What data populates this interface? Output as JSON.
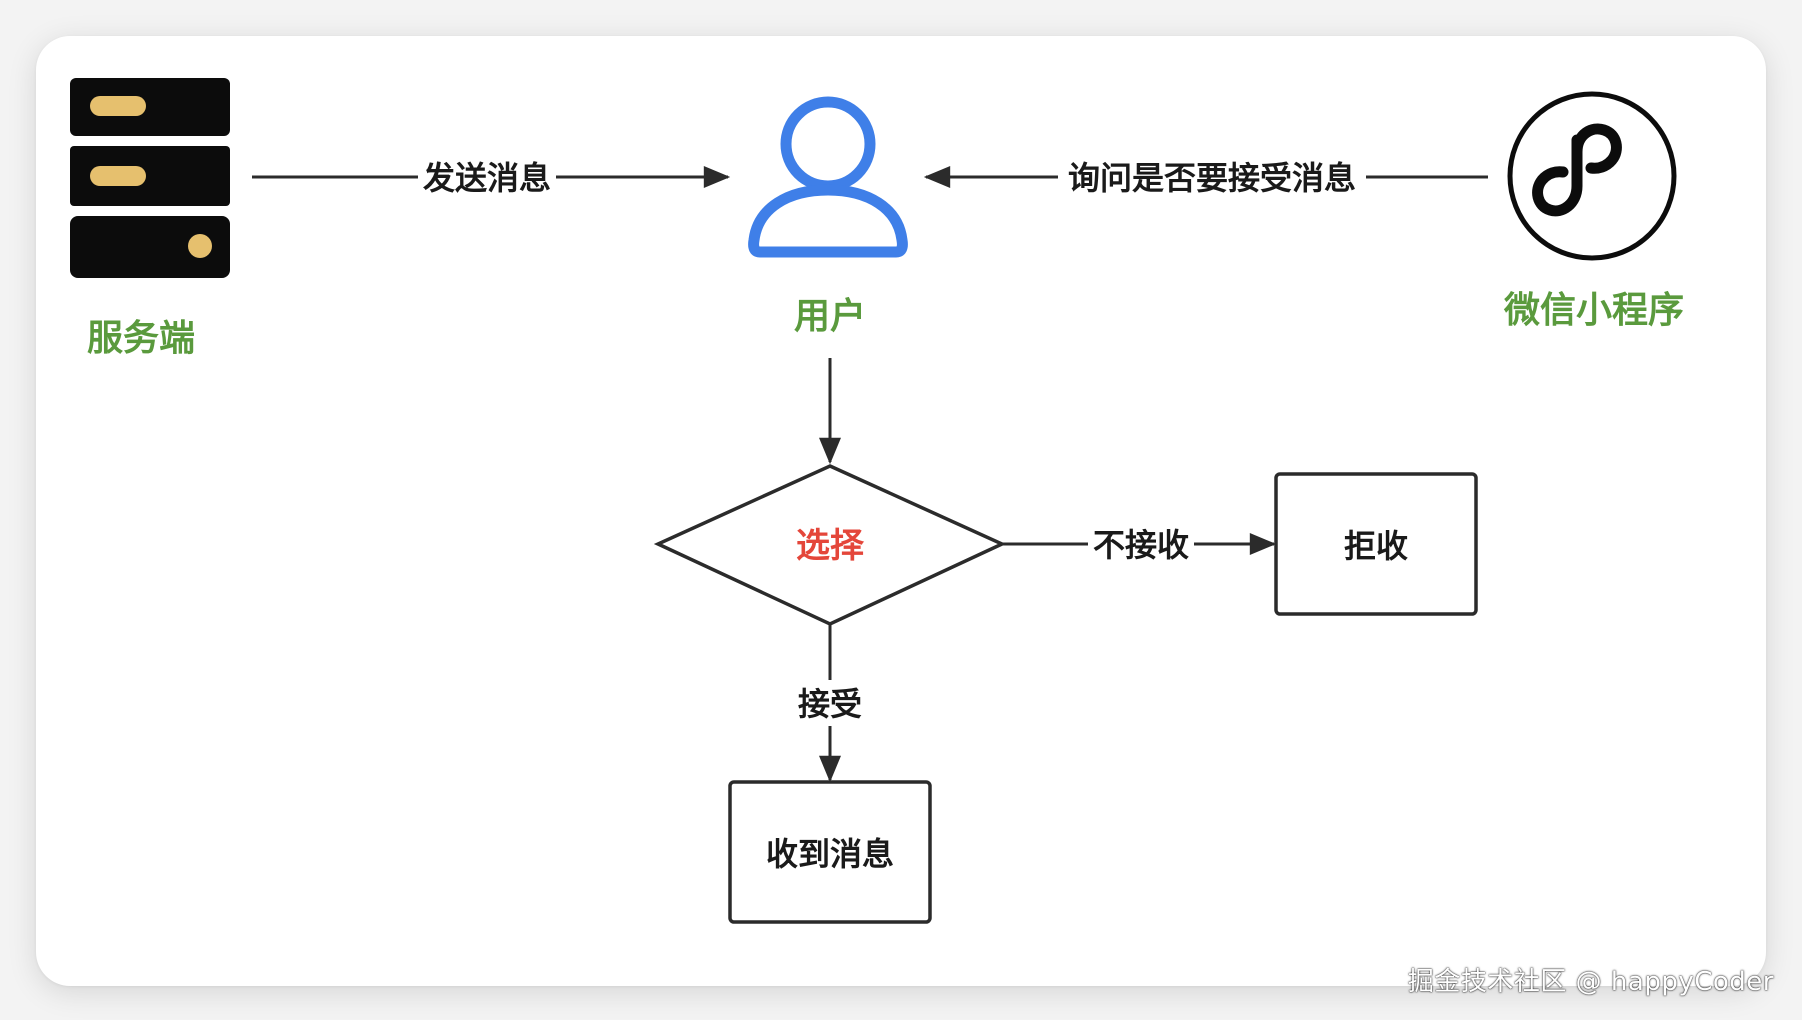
{
  "nodes": {
    "server": {
      "label": "服务端"
    },
    "user": {
      "label": "用户"
    },
    "miniprogram": {
      "label": "微信小程序"
    },
    "choice": {
      "label": "选择"
    },
    "reject": {
      "label": "拒收"
    },
    "receive": {
      "label": "收到消息"
    }
  },
  "edges": {
    "send_message": "发送消息",
    "ask_accept": "询问是否要接受消息",
    "not_accept": "不接收",
    "accept": "接受"
  },
  "icons": {
    "server": "server-icon",
    "user": "user-icon",
    "miniprogram": "wechat-miniprogram-icon"
  },
  "colors": {
    "label_green": "#5a9a3d",
    "decision_red": "#e4463a",
    "user_blue": "#3f7fe8",
    "server_dark": "#0c0c0c",
    "server_gold": "#e6c06e",
    "line": "#2b2b2b"
  },
  "watermark": "掘金技术社区 @ happyCoder"
}
